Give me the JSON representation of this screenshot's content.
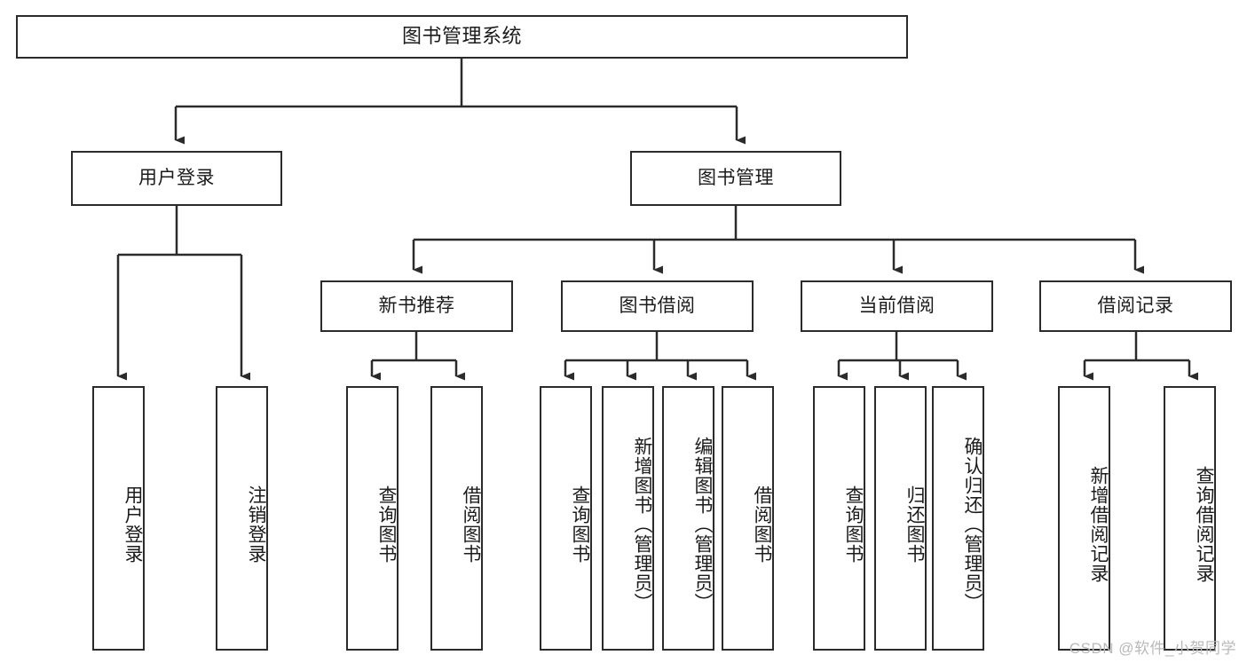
{
  "diagram": {
    "type": "tree-flowchart",
    "title": "图书管理系统",
    "orientation": "top-down",
    "watermark": "CSDN @软件_小贺同学",
    "colors": {
      "box_border": "#2b2b2b",
      "box_fill": "#ffffff",
      "connector": "#2b2b2b",
      "text": "#1b1b1b",
      "watermark": "#b9b9b9",
      "background": "#ffffff"
    },
    "root": {
      "label": "图书管理系统"
    },
    "level2": [
      {
        "label": "用户登录"
      },
      {
        "label": "图书管理"
      }
    ],
    "level3": [
      {
        "label": "新书推荐"
      },
      {
        "label": "图书借阅"
      },
      {
        "label": "当前借阅"
      },
      {
        "label": "借阅记录"
      }
    ],
    "leaves": {
      "user_login": [
        {
          "label": "用户登录"
        },
        {
          "label": "注销登录"
        }
      ],
      "new_book_recommend": [
        {
          "label": "查询图书"
        },
        {
          "label": "借阅图书"
        }
      ],
      "book_borrow": [
        {
          "label": "查询图书"
        },
        {
          "label": "新增图书（管理员）"
        },
        {
          "label": "编辑图书（管理员）"
        },
        {
          "label": "借阅图书"
        }
      ],
      "current_borrow": [
        {
          "label": "查询图书"
        },
        {
          "label": "归还图书"
        },
        {
          "label": "确认归还（管理员）"
        }
      ],
      "borrow_record": [
        {
          "label": "新增借阅记录"
        },
        {
          "label": "查询借阅记录"
        }
      ]
    }
  }
}
